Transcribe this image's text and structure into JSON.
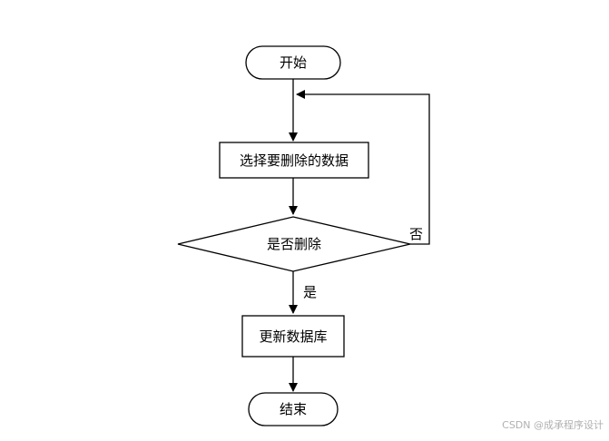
{
  "diagram": {
    "nodes": {
      "start": "开始",
      "select": "选择要删除的数据",
      "decision": "是否删除",
      "update": "更新数据库",
      "end": "结束"
    },
    "edges": {
      "yes": "是",
      "no": "否"
    },
    "stroke_color": "#000000",
    "fill_color": "#ffffff"
  },
  "watermark": "CSDN @成承程序设计"
}
